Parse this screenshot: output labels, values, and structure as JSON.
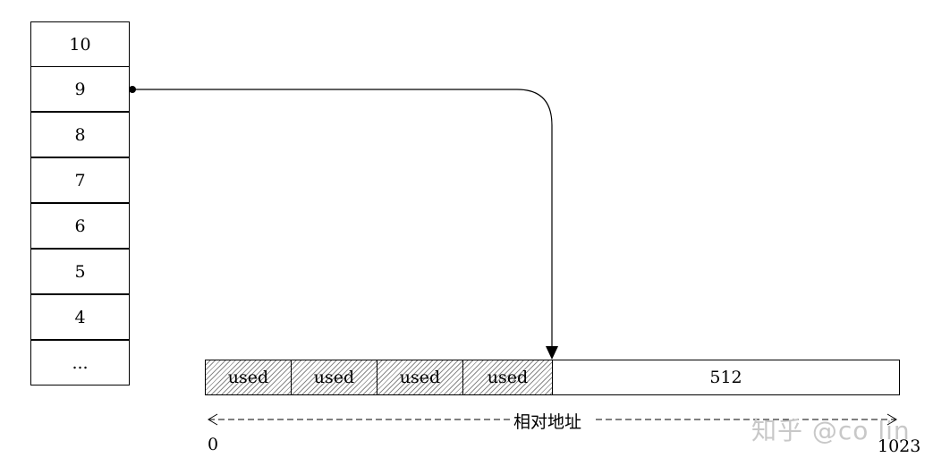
{
  "stack": {
    "cells": [
      "10",
      "9",
      "8",
      "7",
      "6",
      "5",
      "4",
      "..."
    ]
  },
  "memory_bar": {
    "used_label": "used",
    "used_count": 4,
    "free_label": "512"
  },
  "address_axis": {
    "label": "相对地址",
    "start": "0",
    "end": "1023"
  },
  "watermark": "知乎 @co lin"
}
